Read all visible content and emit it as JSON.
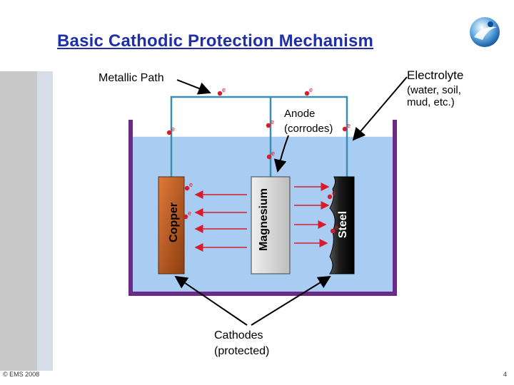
{
  "slide": {
    "title": "Basic Cathodic Protection Mechanism",
    "copyright": "© EMS 2008",
    "page_number": "4"
  },
  "labels": {
    "metallic_path": "Metallic Path",
    "electrolyte": "Electrolyte",
    "electrolyte_examples": "(water, soil, mud, etc.)",
    "anode": "Anode",
    "anode_note": "(corrodes)",
    "cathodes": "Cathodes",
    "cathodes_note": "(protected)",
    "copper": "Copper",
    "magnesium": "Magnesium",
    "steel": "Steel",
    "electron": "e"
  },
  "colors": {
    "title": "#1f2fa8",
    "wire": "#3a8fb0",
    "electrolyte": "#a9cdf2",
    "tank": "#6a2a86",
    "electron": "#d81c2c",
    "arrow": "#d81c2c",
    "copper": "#c0581c",
    "magnesium": "#d9d9d9",
    "steel": "#1e1e1e"
  }
}
